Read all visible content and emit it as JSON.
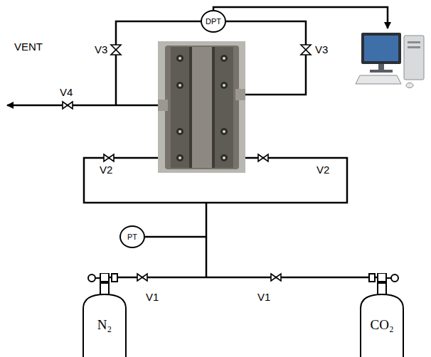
{
  "diagram": {
    "nodes": [
      {
        "text": [
          "DPT"
        ]
      },
      {
        "text": [
          "PT"
        ]
      },
      {
        "text": [
          "N₂"
        ]
      },
      {
        "text": [
          "CO₂"
        ]
      }
    ],
    "labels": [
      "VENT",
      "V4",
      "V3",
      "V3",
      "V2",
      "V2",
      "V1",
      "V1"
    ]
  }
}
